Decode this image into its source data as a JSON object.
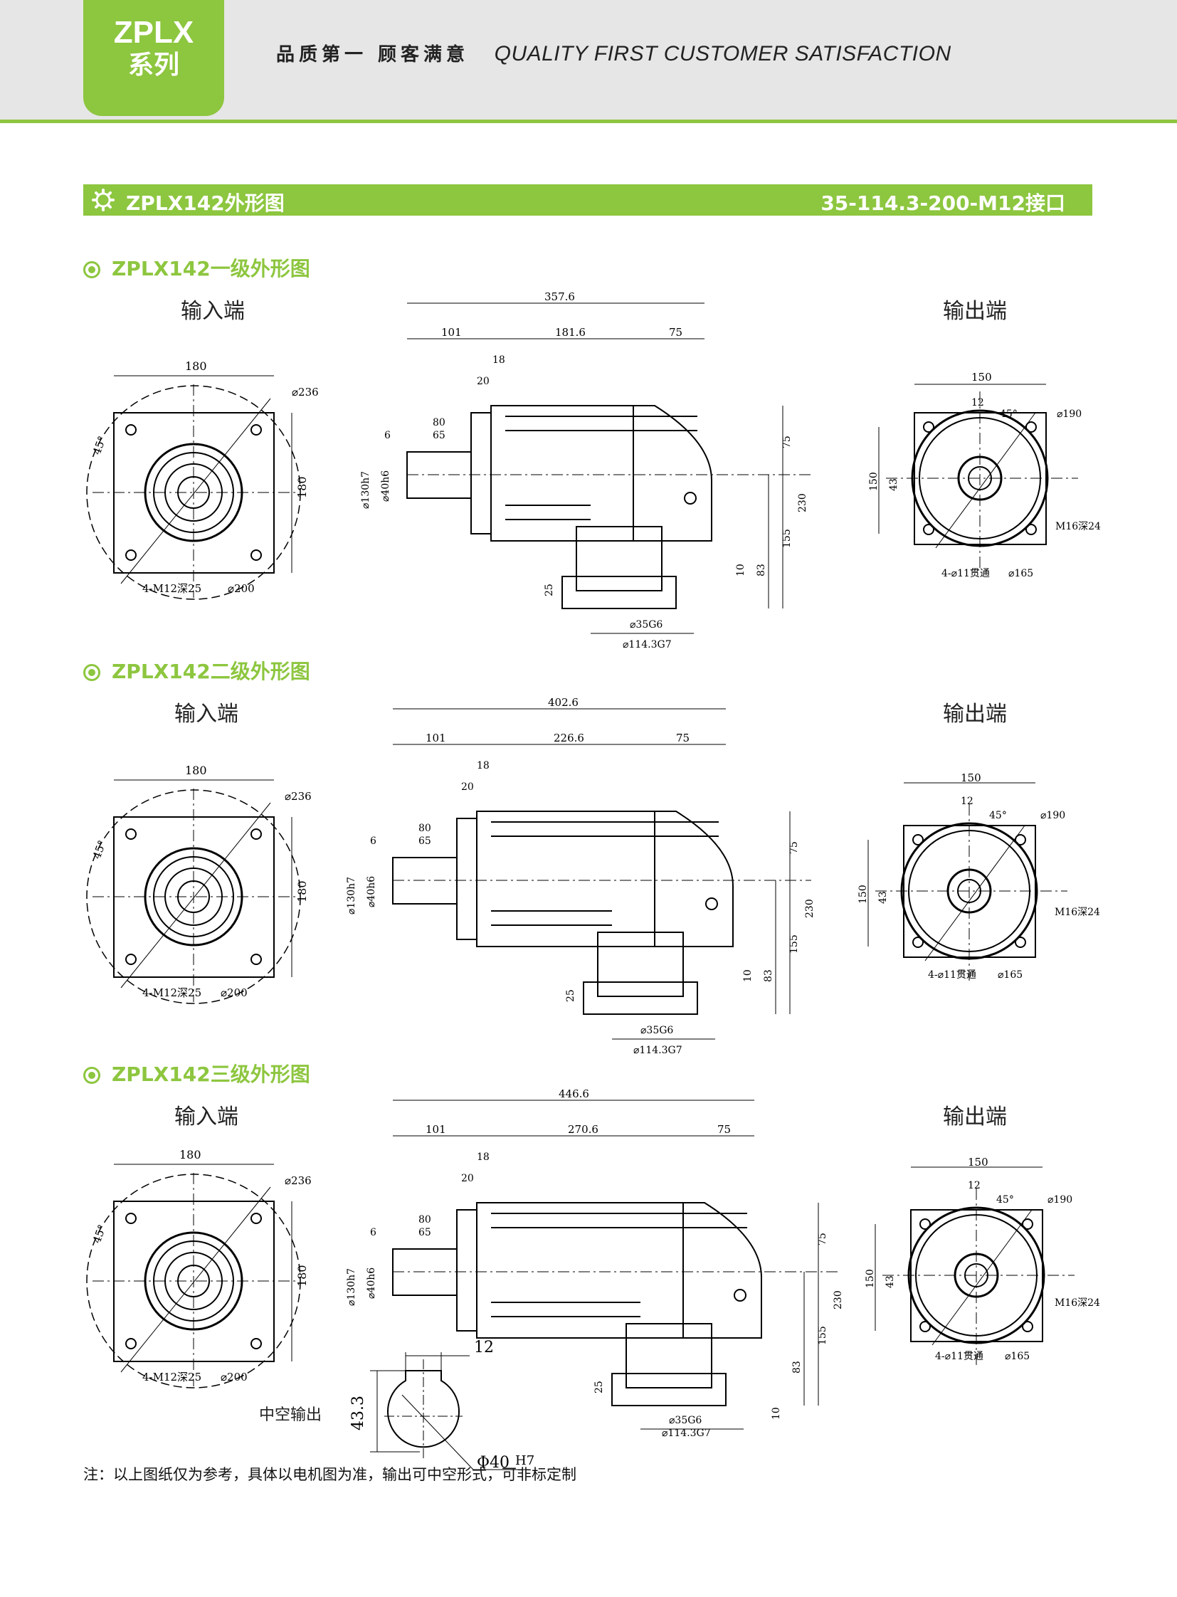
{
  "header": {
    "badge_line1": "ZPLX",
    "badge_line2": "系列",
    "slogan_cn": "品质第一 顾客满意",
    "slogan_en": "QUALITY FIRST  CUSTOMER SATISFACTION"
  },
  "title_bar": {
    "left": "ZPLX142外形图",
    "right": "35-114.3-200-M12接口"
  },
  "sections": [
    {
      "title": "ZPLX142一级外形图",
      "input_label": "输入端",
      "output_label": "输出端",
      "input_dims": {
        "width": "180",
        "height": "180",
        "bolt_circle": "⌀236",
        "pilot": "⌀200",
        "holes": "4-M12深25",
        "angle": "45°"
      },
      "side_dims": {
        "total": "357.6",
        "input_len": "101",
        "body_len": "181.6",
        "output_len": "75",
        "d18": "18",
        "d20": "20",
        "key_len": "80",
        "shaft_len": "65",
        "d6": "6",
        "flange": "⌀130h7",
        "shaft": "⌀40h6",
        "h75": "75",
        "h230": "230",
        "h155": "155",
        "h83": "83",
        "h10": "10",
        "h25": "25",
        "bore": "⌀35G6",
        "spigot": "⌀114.3G7"
      },
      "output_dims": {
        "width": "150",
        "height": "150",
        "d12": "12",
        "angle": "45°",
        "pcd": "⌀190",
        "h43": "43",
        "thread": "M16深24",
        "holes": "4-⌀11贯通",
        "circle": "⌀165"
      }
    },
    {
      "title": "ZPLX142二级外形图",
      "input_label": "输入端",
      "output_label": "输出端",
      "input_dims": {
        "width": "180",
        "height": "180",
        "bolt_circle": "⌀236",
        "pilot": "⌀200",
        "holes": "4-M12深25",
        "angle": "45°"
      },
      "side_dims": {
        "total": "402.6",
        "input_len": "101",
        "body_len": "226.6",
        "output_len": "75",
        "d18": "18",
        "d20": "20",
        "key_len": "80",
        "shaft_len": "65",
        "d6": "6",
        "flange": "⌀130h7",
        "shaft": "⌀40h6",
        "h75": "75",
        "h230": "230",
        "h155": "155",
        "h83": "83",
        "h10": "10",
        "h25": "25",
        "bore": "⌀35G6",
        "spigot": "⌀114.3G7"
      },
      "output_dims": {
        "width": "150",
        "height": "150",
        "d12": "12",
        "angle": "45°",
        "pcd": "⌀190",
        "h43": "43",
        "thread": "M16深24",
        "holes": "4-⌀11贯通",
        "circle": "⌀165"
      }
    },
    {
      "title": "ZPLX142三级外形图",
      "input_label": "输入端",
      "output_label": "输出端",
      "input_dims": {
        "width": "180",
        "height": "180",
        "bolt_circle": "⌀236",
        "pilot": "⌀200",
        "holes": "4-M12深25",
        "angle": "45°"
      },
      "side_dims": {
        "total": "446.6",
        "input_len": "101",
        "body_len": "270.6",
        "output_len": "75",
        "d18": "18",
        "d20": "20",
        "key_len": "80",
        "shaft_len": "65",
        "d6": "6",
        "flange": "⌀130h7",
        "shaft": "⌀40h6",
        "h75": "75",
        "h230": "230",
        "h155": "155",
        "h83": "83",
        "h10": "10",
        "h25": "25",
        "bore": "⌀35G6",
        "spigot": "⌀114.3G7"
      },
      "output_dims": {
        "width": "150",
        "height": "150",
        "d12": "12",
        "angle": "45°",
        "pcd": "⌀190",
        "h43": "43",
        "thread": "M16深24",
        "holes": "4-⌀11贯通",
        "circle": "⌀165"
      }
    }
  ],
  "hollow_output": {
    "label": "中空输出",
    "key_width": "12",
    "height": "43.3",
    "bore": "Φ40",
    "tolerance": "H7"
  },
  "footnote": "注：以上图纸仅为参考，具体以电机图为准，输出可中空形式，可非标定制"
}
